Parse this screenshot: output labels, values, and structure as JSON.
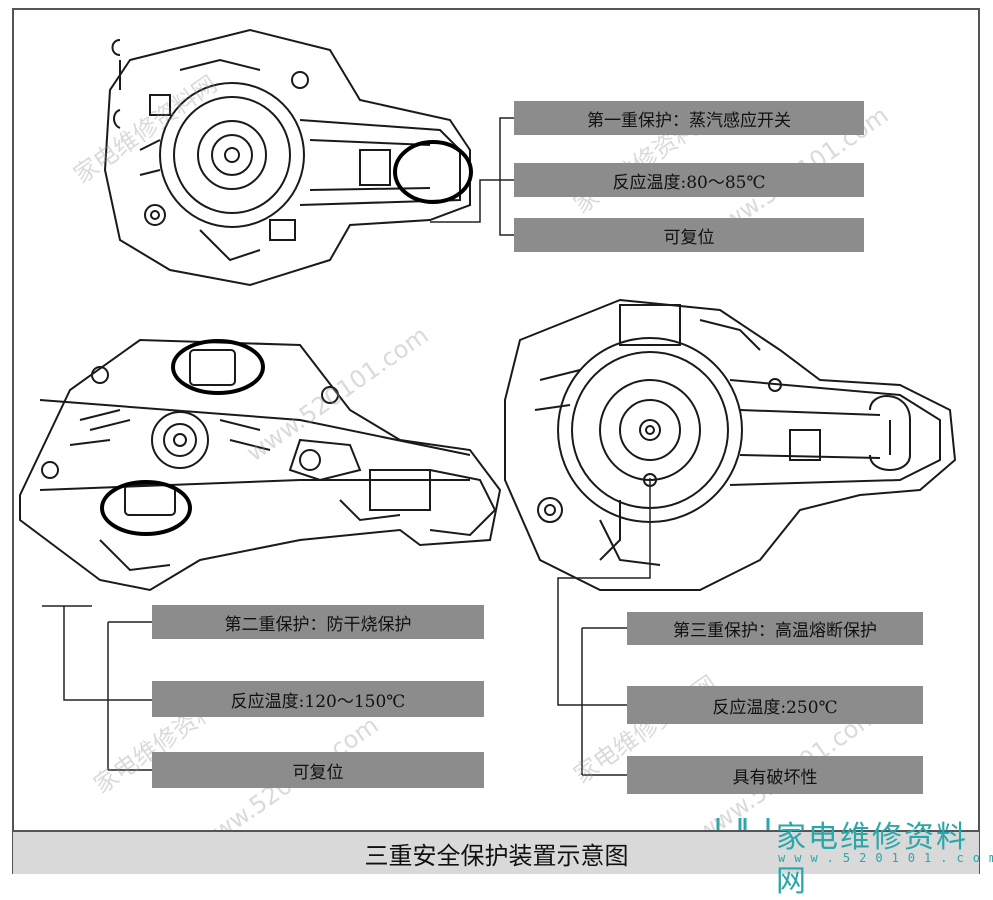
{
  "protections": [
    {
      "name": "第一重保护：蒸汽感应开关",
      "temp": "反应温度:80～85℃",
      "property": "可复位"
    },
    {
      "name": "第二重保护：防干烧保护",
      "temp": "反应温度:120～150℃",
      "property": "可复位"
    },
    {
      "name": "第三重保护：高温熔断保护",
      "temp": "反应温度:250℃",
      "property": "具有破坏性"
    }
  ],
  "caption": "三重安全保护装置示意图",
  "watermark": {
    "site_name": "家电维修资料网",
    "url": "www.520101.com"
  },
  "logo": {
    "name": "家电维修资料网",
    "url": "www.520101.com",
    "color": "#2aa7a8"
  },
  "colors": {
    "label_bg": "#8c8c8c",
    "caption_bg": "#d9d9d9",
    "line": "#222222"
  }
}
